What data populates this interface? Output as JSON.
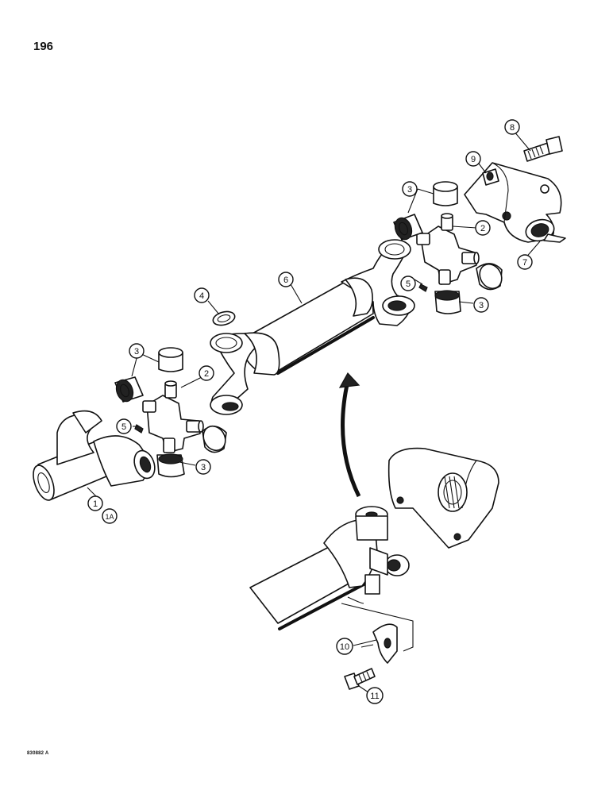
{
  "page": {
    "number": "196",
    "figure_code": "830882 A"
  },
  "callouts": [
    {
      "id": "c1",
      "label": "1"
    },
    {
      "id": "c1a",
      "label": "1A"
    },
    {
      "id": "c2a",
      "label": "2"
    },
    {
      "id": "c2b",
      "label": "2"
    },
    {
      "id": "c3a",
      "label": "3"
    },
    {
      "id": "c3b",
      "label": "3"
    },
    {
      "id": "c3c",
      "label": "3"
    },
    {
      "id": "c3d",
      "label": "3"
    },
    {
      "id": "c4",
      "label": "4"
    },
    {
      "id": "c5a",
      "label": "5"
    },
    {
      "id": "c5b",
      "label": "5"
    },
    {
      "id": "c6",
      "label": "6"
    },
    {
      "id": "c7",
      "label": "7"
    },
    {
      "id": "c8",
      "label": "8"
    },
    {
      "id": "c9",
      "label": "9"
    },
    {
      "id": "c10",
      "label": "10"
    },
    {
      "id": "c11",
      "label": "11"
    }
  ]
}
